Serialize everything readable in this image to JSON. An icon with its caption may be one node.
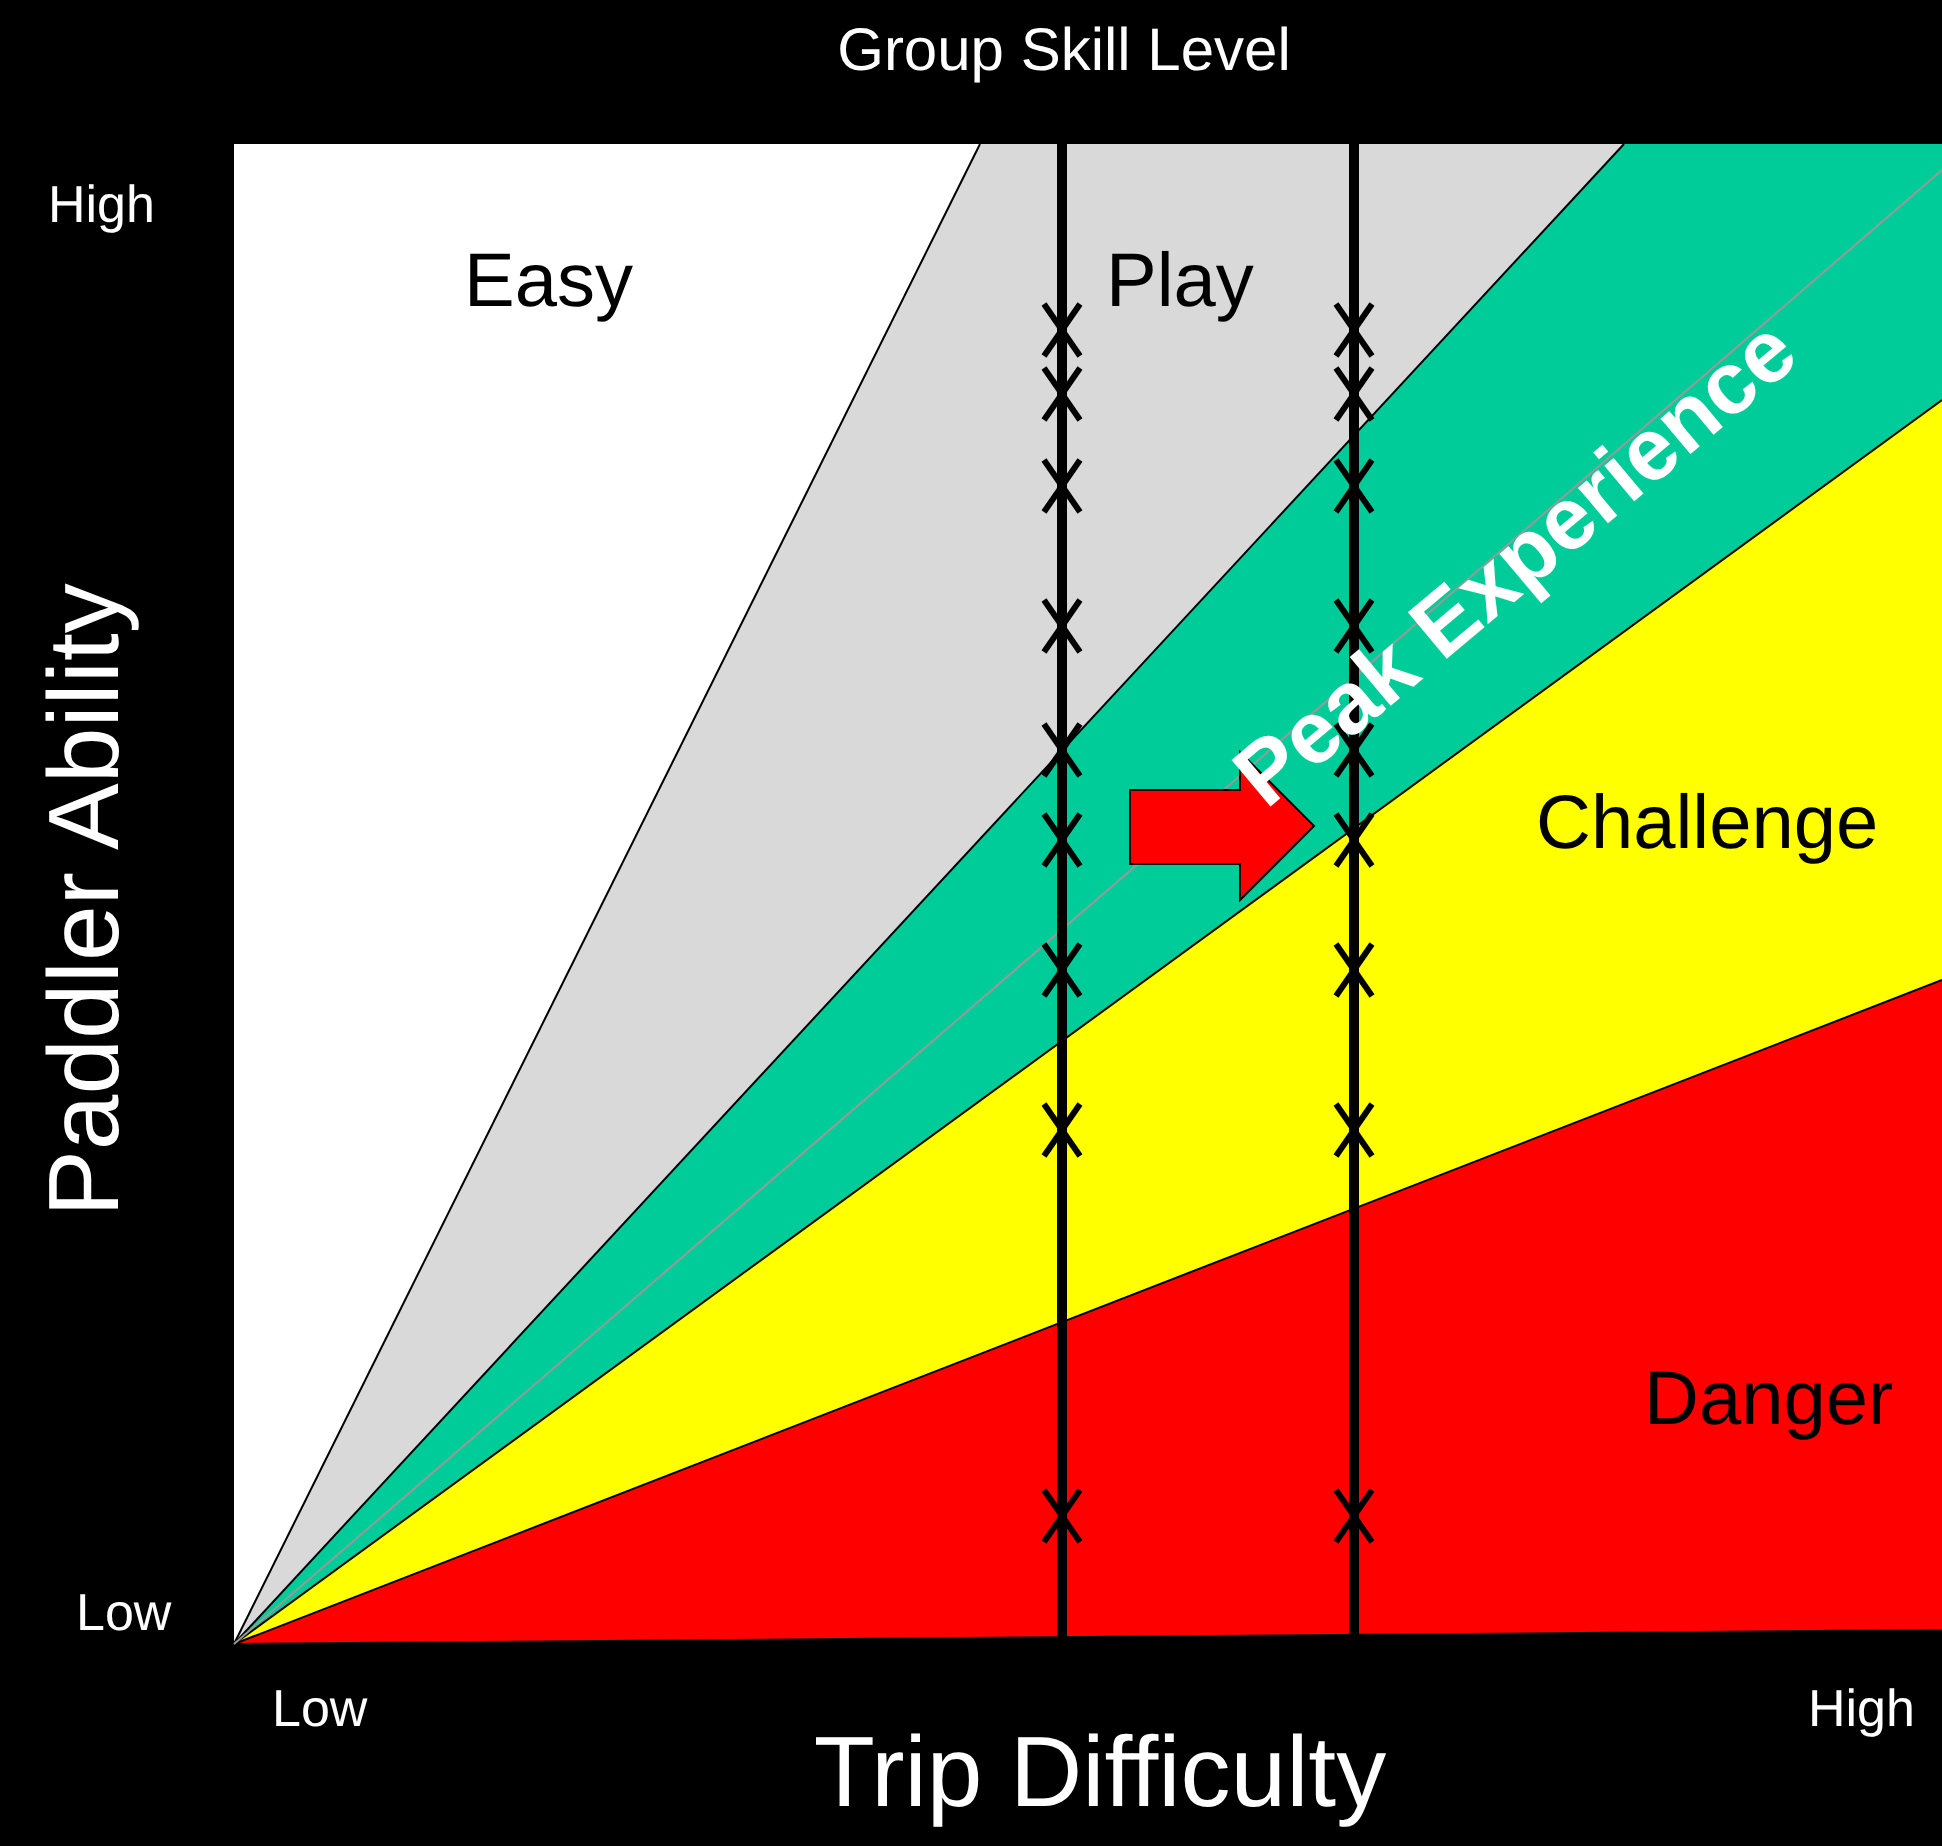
{
  "diagram": {
    "labels": [
      "Group Skill Level",
      "High",
      "Paddler Ability",
      "Low",
      "Low",
      "Trip Difficulty",
      "High",
      "Easy",
      "Play",
      "Peak Experience",
      "Challenge",
      "Danger"
    ]
  }
}
